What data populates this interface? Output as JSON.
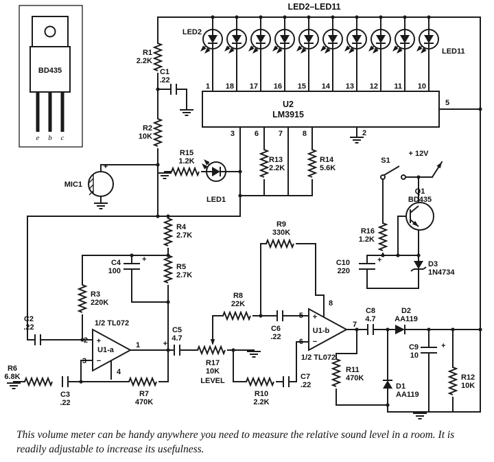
{
  "caption": "This volume meter can be handy anywhere you need to measure the relative sound level in a room. It is readily adjustable to increase its usefulness.",
  "package": {
    "part": "BD435",
    "pins": [
      "e",
      "b",
      "c"
    ]
  },
  "top": {
    "led_range": "LED2–LED11",
    "led_first": "LED2",
    "led_last": "LED11"
  },
  "u2": {
    "ref": "U2",
    "part": "LM3915",
    "top_pins": [
      "1",
      "18",
      "17",
      "16",
      "15",
      "14",
      "13",
      "12",
      "11",
      "10"
    ],
    "bottom_pins": [
      "3",
      "6",
      "7",
      "8",
      "2"
    ],
    "input_pin": "5"
  },
  "u1a": {
    "ref": "U1-a",
    "part": "1/2 TL072",
    "pins": {
      "in_top": "2",
      "in_bottom": "3",
      "out": "1",
      "power": "4"
    }
  },
  "u1b": {
    "ref": "U1-b",
    "part": "1/2 TL072",
    "pins": {
      "in_top": "5",
      "in_bottom": "6",
      "out": "7",
      "power": "8"
    }
  },
  "q1": {
    "ref": "Q1",
    "part": "BD435"
  },
  "mic": {
    "ref": "MIC1"
  },
  "led1": {
    "ref": "LED1"
  },
  "s1": {
    "ref": "S1"
  },
  "supply": "+ 12V",
  "misc": {
    "plus": "+",
    "minus": "−"
  },
  "components": {
    "R1": {
      "ref": "R1",
      "value": "2.2K"
    },
    "R2": {
      "ref": "R2",
      "value": "10K"
    },
    "R3": {
      "ref": "R3",
      "value": "220K"
    },
    "R4": {
      "ref": "R4",
      "value": "2.7K"
    },
    "R5": {
      "ref": "R5",
      "value": "2.7K"
    },
    "R6": {
      "ref": "R6",
      "value": "6.8K"
    },
    "R7": {
      "ref": "R7",
      "value": "470K"
    },
    "R8": {
      "ref": "R8",
      "value": "22K"
    },
    "R9": {
      "ref": "R9",
      "value": "330K"
    },
    "R10": {
      "ref": "R10",
      "value": "2.2K"
    },
    "R11": {
      "ref": "R11",
      "value": "470K"
    },
    "R12": {
      "ref": "R12",
      "value": "10K"
    },
    "R13": {
      "ref": "R13",
      "value": "2.2K"
    },
    "R14": {
      "ref": "R14",
      "value": "5.6K"
    },
    "R15": {
      "ref": "R15",
      "value": "1.2K"
    },
    "R16": {
      "ref": "R16",
      "value": "1.2K"
    },
    "R17": {
      "ref": "R17",
      "value": "10K",
      "label": "LEVEL"
    },
    "C1": {
      "ref": "C1",
      "value": ".22"
    },
    "C2": {
      "ref": "C2",
      "value": ".22"
    },
    "C3": {
      "ref": "C3",
      "value": ".22"
    },
    "C4": {
      "ref": "C4",
      "value": "100"
    },
    "C5": {
      "ref": "C5",
      "value": "4.7"
    },
    "C6": {
      "ref": "C6",
      "value": ".22"
    },
    "C7": {
      "ref": "C7",
      "value": ".22"
    },
    "C8": {
      "ref": "C8",
      "value": "4.7"
    },
    "C9": {
      "ref": "C9",
      "value": "10"
    },
    "C10": {
      "ref": "C10",
      "value": "220"
    },
    "D1": {
      "ref": "D1",
      "value": "AA119"
    },
    "D2": {
      "ref": "D2",
      "value": "AA119"
    },
    "D3": {
      "ref": "D3",
      "value": "1N4734"
    }
  }
}
